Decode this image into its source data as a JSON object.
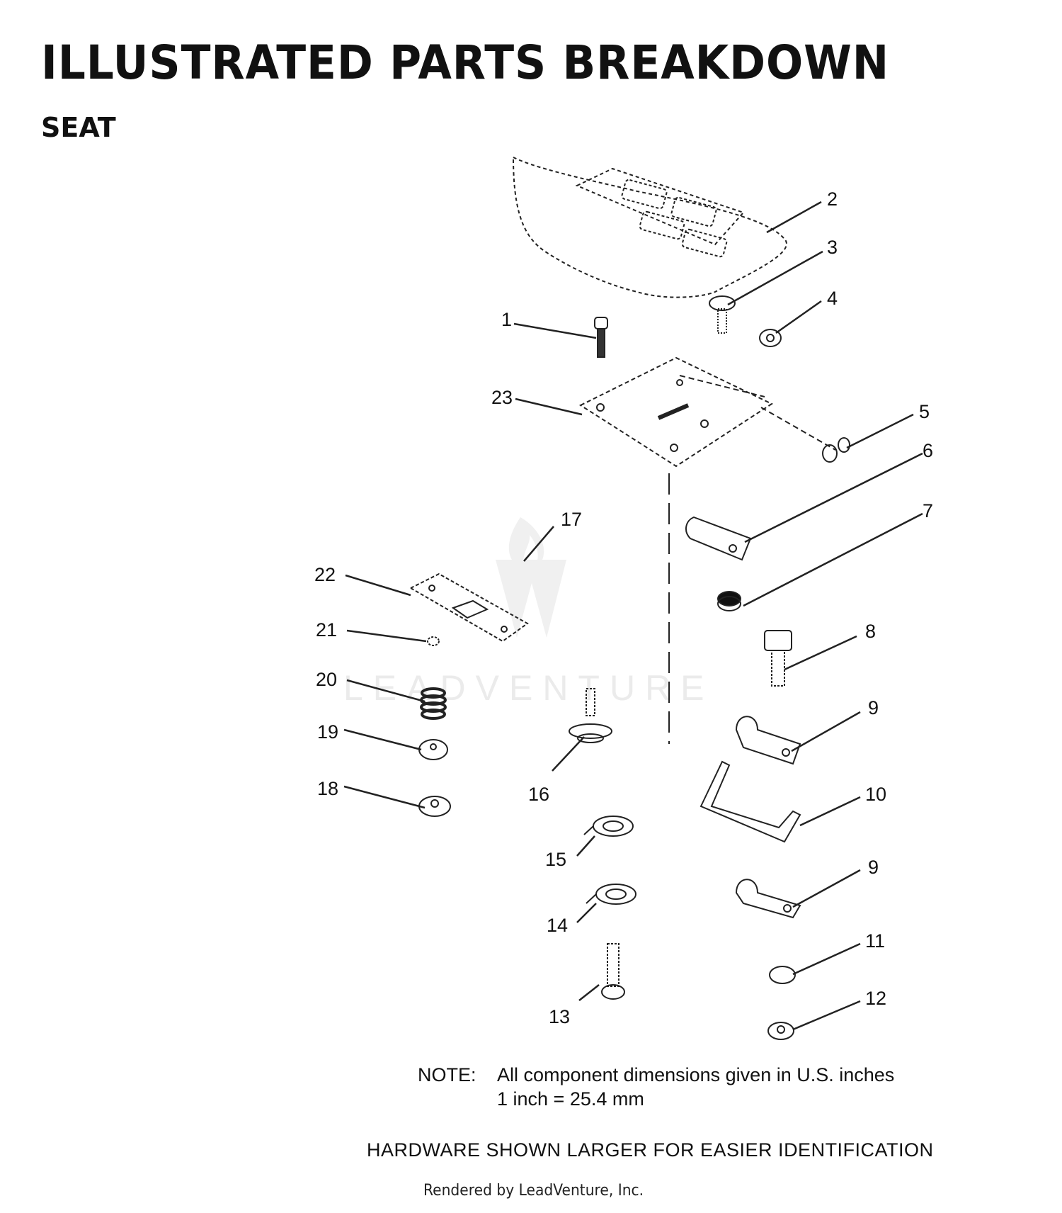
{
  "header": {
    "title": "ILLUSTRATED PARTS BREAKDOWN",
    "subtitle": "SEAT"
  },
  "callouts": [
    "1",
    "2",
    "3",
    "4",
    "5",
    "6",
    "7",
    "8",
    "9",
    "10",
    "9",
    "11",
    "12",
    "13",
    "14",
    "15",
    "16",
    "17",
    "18",
    "19",
    "20",
    "21",
    "22",
    "23"
  ],
  "note": {
    "label": "NOTE:",
    "line1": "All component dimensions given in U.S. inches",
    "line2": "1 inch = 25.4 mm"
  },
  "hardware_note": "HARDWARE SHOWN LARGER FOR EASIER IDENTIFICATION",
  "watermark": "LEADVENTURE",
  "footer": "Rendered by LeadVenture, Inc."
}
